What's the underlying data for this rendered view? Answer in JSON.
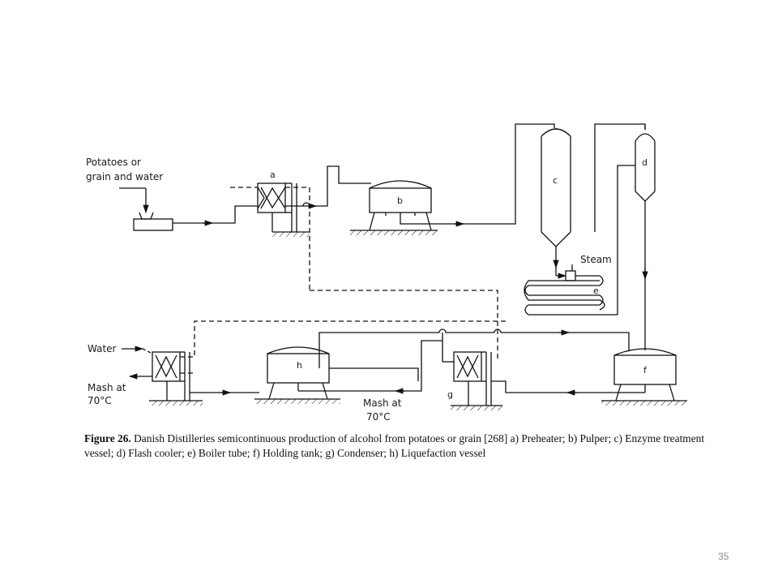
{
  "diagram": {
    "feed_label_line1": "Potatoes or",
    "feed_label_line2": "grain and water",
    "water_label": "Water",
    "mash_out_line1": "Mash at",
    "mash_out_line2": "70°C",
    "mash_mid_line1": "Mash at",
    "mash_mid_line2": "70°C",
    "steam_label": "Steam",
    "units": {
      "a": "a",
      "b": "b",
      "c": "c",
      "d": "d",
      "e": "e",
      "f": "f",
      "g": "g",
      "h": "h"
    }
  },
  "caption": {
    "figure": "Figure 26.",
    "text": "Danish Distilleries semicontinuous production of alcohol from potatoes or grain [268] a) Preheater; b) Pulper; c) Enzyme treatment vessel; d) Flash cooler; e) Boiler tube; f) Holding tank; g) Condenser; h) Liquefaction vessel"
  },
  "page_number": "35"
}
